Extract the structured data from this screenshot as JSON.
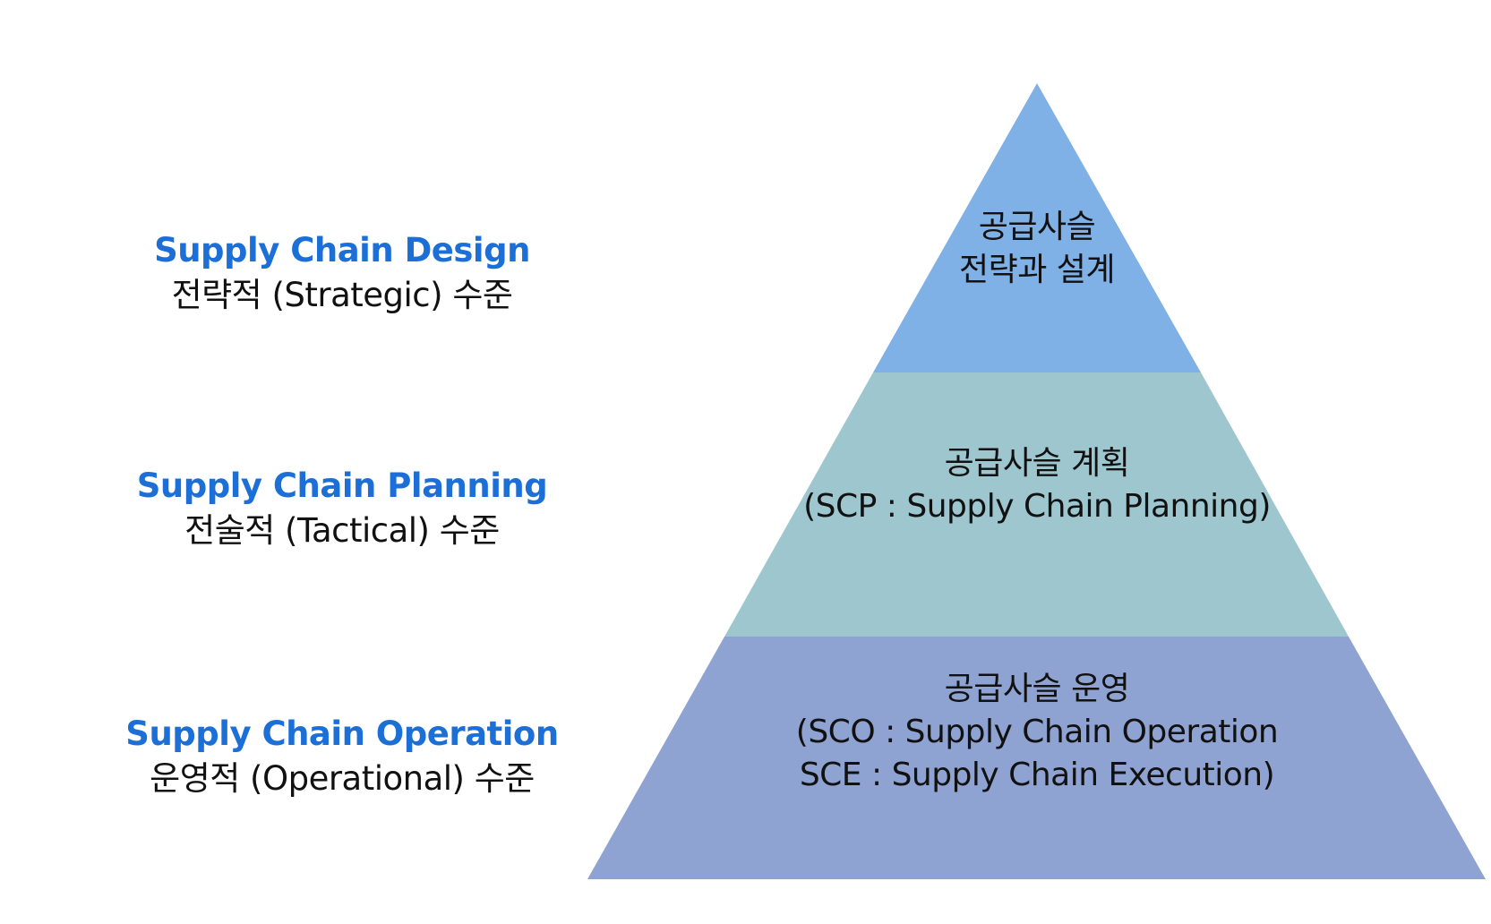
{
  "levels": [
    {
      "en": "Supply Chain Design",
      "ko": "전략적 (Strategic) 수준"
    },
    {
      "en": "Supply Chain Planning",
      "ko": "전술적 (Tactical) 수준"
    },
    {
      "en": "Supply Chain Operation",
      "ko": "운영적 (Operational) 수준"
    }
  ],
  "pyramid": [
    {
      "lines": [
        "공급사슬",
        "전략과 설계"
      ],
      "color": "#7fb0e6"
    },
    {
      "lines": [
        "공급사슬 계획",
        "(SCP : Supply Chain Planning)"
      ],
      "color": "#9ec6cf"
    },
    {
      "lines": [
        "공급사슬 운영",
        "(SCO : Supply Chain Operation",
        "SCE : Supply Chain Execution)"
      ],
      "color": "#8fa3d2"
    }
  ]
}
